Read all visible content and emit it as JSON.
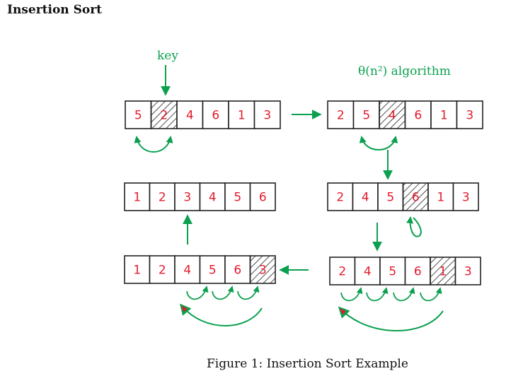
{
  "section_title": "Insertion Sort",
  "key_label": "key",
  "complexity_label": "θ(n²) algorithm",
  "caption": "Figure 1: Insertion Sort Example",
  "colors": {
    "number": "#e41b2c",
    "arrow": "#0aa04f",
    "border": "#222222",
    "arrowhead_alt": "#e41b2c"
  },
  "arrays": [
    {
      "id": "step-1",
      "values": [
        "5",
        "2",
        "4",
        "6",
        "1",
        "3"
      ],
      "key_index": 1
    },
    {
      "id": "step-2",
      "values": [
        "2",
        "5",
        "4",
        "6",
        "1",
        "3"
      ],
      "key_index": 2
    },
    {
      "id": "step-3",
      "values": [
        "2",
        "4",
        "5",
        "6",
        "1",
        "3"
      ],
      "key_index": 3
    },
    {
      "id": "step-4",
      "values": [
        "2",
        "4",
        "5",
        "6",
        "1",
        "3"
      ],
      "key_index": 4
    },
    {
      "id": "step-5",
      "values": [
        "1",
        "2",
        "4",
        "5",
        "6",
        "3"
      ],
      "key_index": 5
    },
    {
      "id": "step-6",
      "values": [
        "1",
        "2",
        "3",
        "4",
        "5",
        "6"
      ],
      "key_index": -1
    }
  ]
}
